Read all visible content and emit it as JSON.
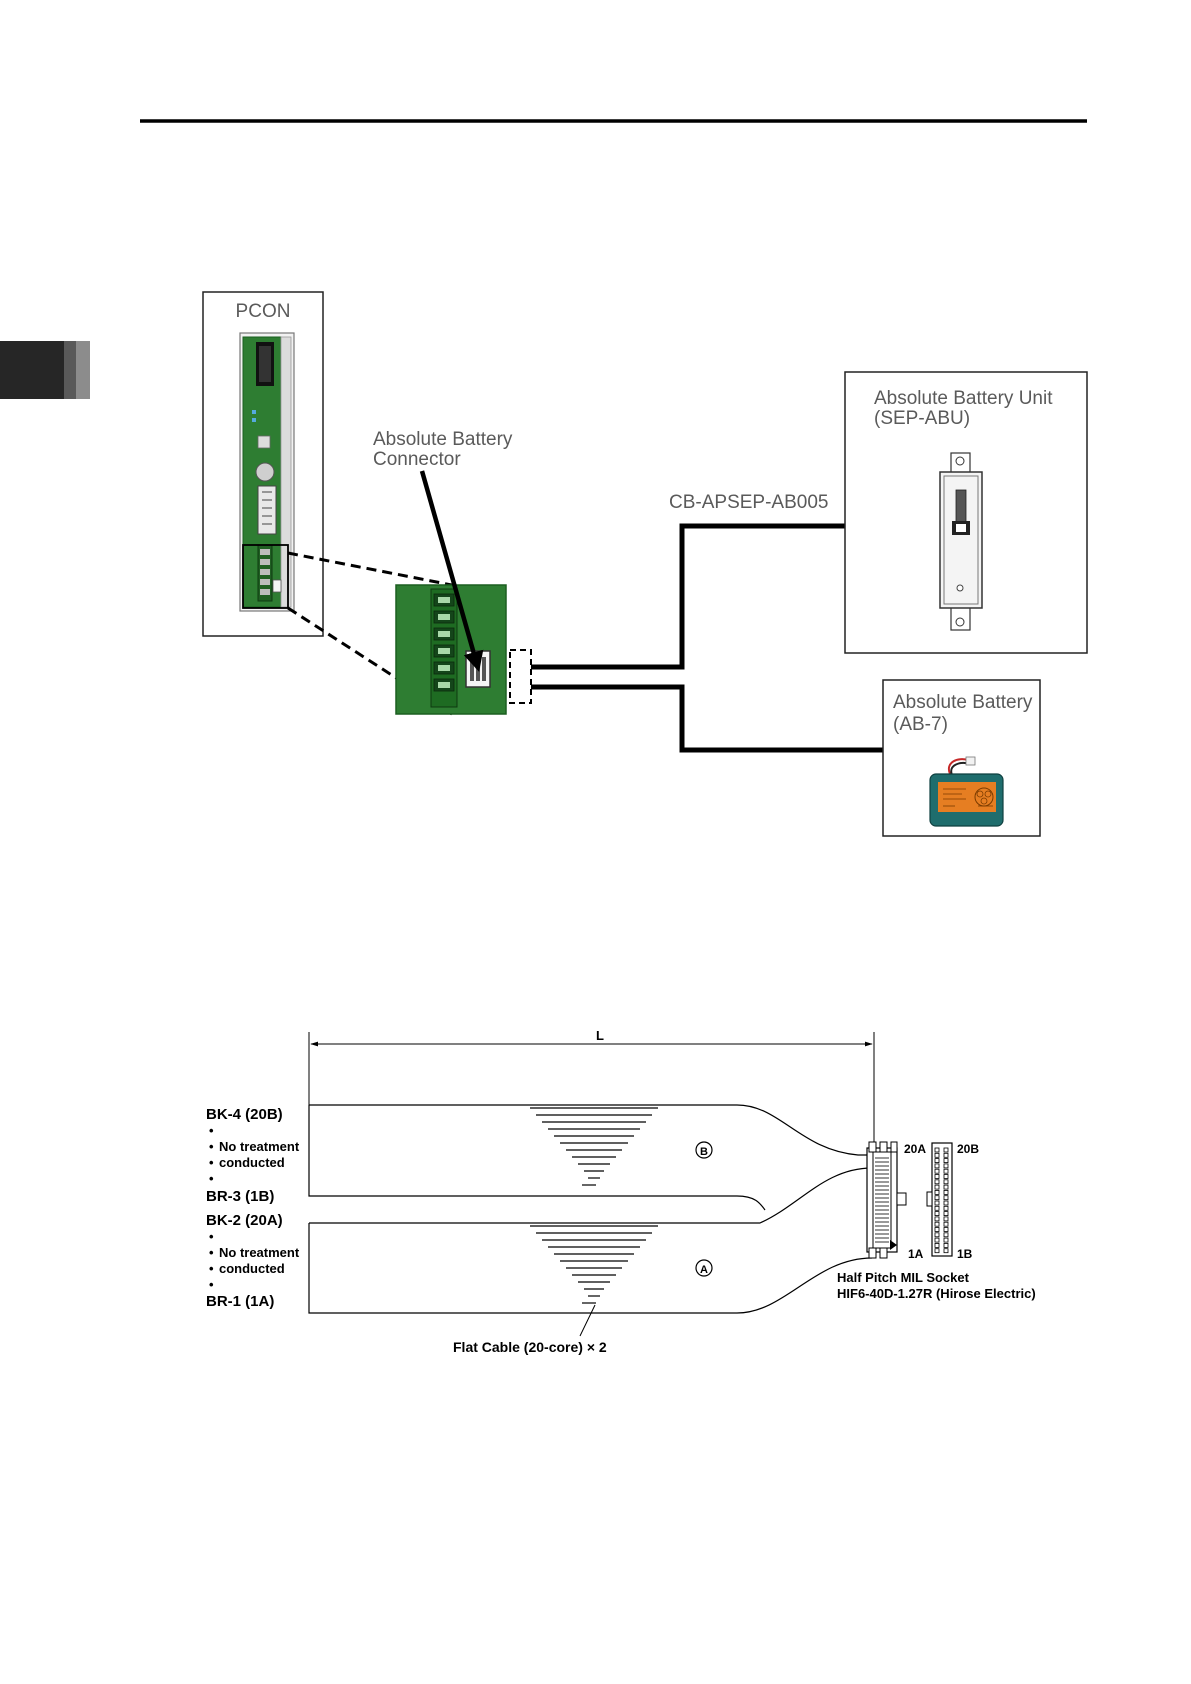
{
  "upper_diagram": {
    "pcon_label": "PCON",
    "connector_label_line1": "Absolute Battery",
    "connector_label_line2": "Connector",
    "cable_label": "CB-APSEP-AB005",
    "abu_label_line1": "Absolute Battery Unit",
    "abu_label_line2": "(SEP-ABU)",
    "battery_label_line1": "Absolute Battery",
    "battery_label_line2": "(AB-7)"
  },
  "lower_diagram": {
    "length_label": "L",
    "flat_cable_b": {
      "top_label": "BK-4 (20B)",
      "note_line1": "No treatment",
      "note_line2": "conducted",
      "bottom_label": "BR-3 (1B)",
      "marker": "B"
    },
    "flat_cable_a": {
      "top_label": "BK-2 (20A)",
      "note_line1": "No treatment",
      "note_line2": "conducted",
      "bottom_label": "BR-1 (1A)",
      "marker": "A"
    },
    "pin_labels": {
      "pin_20a": "20A",
      "pin_20b": "20B",
      "pin_1a": "1A",
      "pin_1b": "1B"
    },
    "socket_label_line1": "Half Pitch MIL Socket",
    "socket_label_line2": "HIF6-40D-1.27R (Hirose Electric)",
    "flat_cable_label": "Flat Cable (20-core) × 2"
  }
}
